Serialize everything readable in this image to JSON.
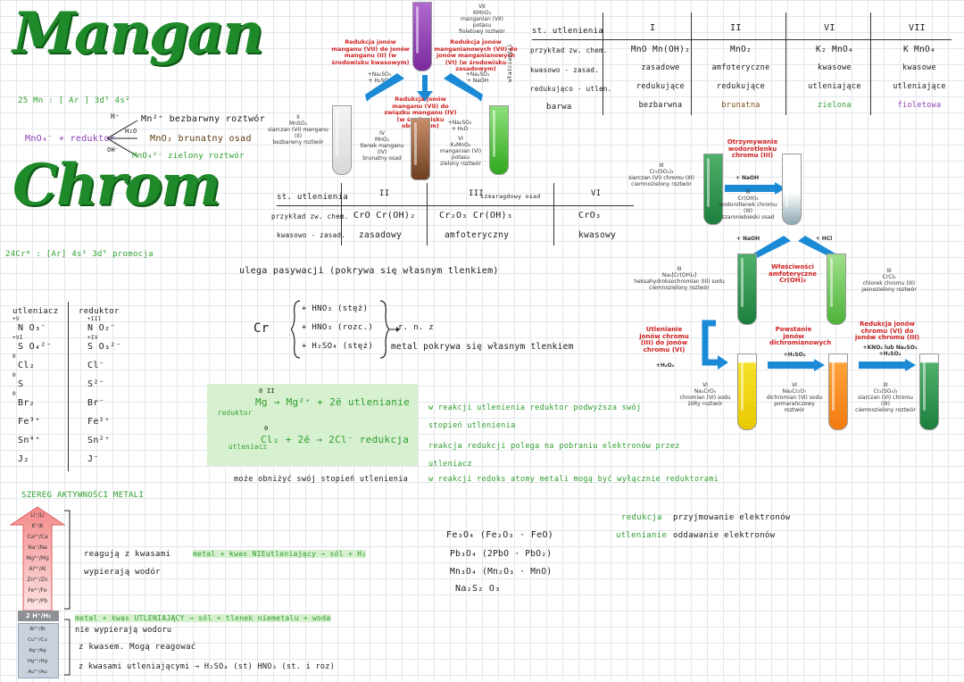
{
  "mangan": {
    "title": "Mangan",
    "config": "25 Mn : [ Ar ] 3d⁵ 4s²",
    "mno4_line": "MnO₄⁻ + reduktor",
    "h_label": "H⁺",
    "h2o_label": "H₂O",
    "oh_label": "OH⁻",
    "r1": "Mn²⁺  bezbarwny roztwór",
    "r2": "MnO₂  brunatny osad",
    "r3": "MnO₄²⁻  zielony roztwór",
    "tube_top": "VII\nKMnO₄\nmanganian (VII) potasu\nfioletowy roztwór",
    "red_left": "Redukcja jonów manganu (VII) do jonów manganu (II) (w środowisku kwasowym)",
    "red_left_reag": "+Na₂SO₃\n+ H₂SO₄",
    "red_right": "Redukcja jonów manganianowych (VII) do jonów manganianowych (VI) (w środowisku zasadowym)",
    "red_right_reag": "+Na₂SO₃\n+ NaOH",
    "red_mid": "Redukcja jonów manganu (VII) do związku manganu (IV) (w środowisku obojętnym)",
    "red_mid_reag": "+Na₂SO₃\n+ H₂O",
    "tube_l": "II\nMnSO₄\nsiarczan (VI) manganu (II)\nbezbarwny roztwór",
    "tube_m": "IV\nMnO₂\ntlenek manganu (IV)\nbrunatny osad",
    "tube_r": "VI\nK₂MnO₄\nmanganian (VI) potasu\nzielony roztwór",
    "table": {
      "row_labels": [
        "st. utlenienia",
        "przykład zw. chem.",
        "kwasowo - zasad.",
        "redukująco - utlen.",
        "barwa"
      ],
      "side": "właściwości",
      "cols": [
        {
          "h": "I",
          "cells": [
            "MnO   Mn(OH)₂",
            "zasadowe",
            "redukujące",
            "bezbarwna"
          ],
          "c": "#1a1a1a"
        },
        {
          "h": "II",
          "cells": [
            "MnO₂",
            "amfoteryczne",
            "redukujące",
            "brunatna"
          ],
          "c": "#7a4a12"
        },
        {
          "h": "VI",
          "cells": [
            "K₂ MnO₄",
            "kwasowe",
            "utleniające",
            "zielona"
          ],
          "c": "#2e9e2e"
        },
        {
          "h": "VII",
          "cells": [
            "K MnO₄",
            "kwasowe",
            "utleniające",
            "fioletowa"
          ],
          "c": "#8e3fb5"
        }
      ]
    }
  },
  "chrom": {
    "title": "Chrom",
    "config": "24Cr* : [Ar] 4s¹ 3d⁵  promocja",
    "table": {
      "row_labels": [
        "st. utlenienia",
        "przykład zw. chem.",
        "kwasowo - zasad."
      ],
      "heads": [
        "II",
        "III",
        "VI"
      ],
      "ex": [
        "CrO   Cr(OH)₂",
        "Cr₂O₃  Cr(OH)₃",
        "CrO₃"
      ],
      "kz": [
        "zasadowy",
        "amfoteryczny",
        "kwasowy"
      ],
      "note": "szmaragdowy osad"
    },
    "pasywacja": "ulega pasywacji (pokrywa się własnym tlenkiem)",
    "cr": "Cr",
    "acids": [
      "+ HNO₃ (stęż)",
      "+ HNO₃ (rozc.)",
      "+ H₂SO₄ (stęż)"
    ],
    "rnz": "r. n. z",
    "metal_note": "metal pokrywa się własnym tlenkiem",
    "scheme": {
      "top_tube": "III\nCr₂(SO₄)₃\nsiarczan (VI) chromu (III)\nciemnozielony roztwór",
      "naoh": "+ NaOH",
      "otrzym": "Otrzymywanie wodorotlenku chromu (III)",
      "cr_oh3": "III\nCr(OH)₃\nwodorotlenek chromu (III)\nszaroniebieski osad",
      "naoh2": "+ NaOH",
      "hcl": "+ HCl",
      "wlasc": "Właściwości amfoteryczne Cr(OH)₃",
      "left_mid": "III\nNa₃[Cr(OH)₆]\nheksahydroksochromian (III) sodu\nciemnozielony roztwór",
      "right_mid": "III\nCrCl₃\nchlorek chromu (III)\njasnozielony roztwór",
      "utl": "Utlenianie jonów chromu (III) do jonów chromu (VI)",
      "h2o2": "+H₂O₂",
      "powst": "Powstanie jonów dichromianowych",
      "h2so4": "+H₂SO₄",
      "redcr": "Redukcja jonów chromu (VI) do jonów chromu (III)",
      "redcr_reag": "+KNO₂ lub Na₂SO₃\n+H₂SO₄",
      "b1": "VI\nNa₂CrO₄\nchromian (VI) sodu\nżółty roztwór",
      "b2": "VI\nNa₂Cr₂O₇\ndichromian (VI) sodu\npomarańczowy roztwór",
      "b3": "III\nCr₂(SO₄)₃\nsiarczan (VI) chromu (III)\nciemnozielony roztwór"
    }
  },
  "redox": {
    "utl_head": "utleniacz",
    "red_head": "reduktor",
    "utl": [
      "N O₃⁻",
      "S O₄²⁻",
      "Cl₂",
      "S",
      "Br₂",
      "Fe³⁺",
      "Sn⁴⁺",
      "J₂"
    ],
    "utl_ox": [
      "+V",
      "+VI",
      "0",
      "0",
      "0",
      "",
      "",
      ""
    ],
    "red": [
      "N O₂⁻",
      "S O₃²⁻",
      "Cl⁻",
      "S²⁻",
      "Br⁻",
      "Fe²⁺",
      "Sn²⁺",
      "J⁻"
    ],
    "red_ox": [
      "+III",
      "+IV",
      "",
      "",
      "",
      "",
      "",
      ""
    ],
    "reduktor_lbl": "reduktor",
    "utleniacz_lbl": "utleniacz",
    "eq1": "Mg → Mg²⁺ + 2ē  utlenianie",
    "eq1_ox": "0            II",
    "eq2": "Cl₂ + 2ē → 2Cl⁻  redukcja",
    "eq2_ox": "0",
    "n1": "w reakcji utlenienia reduktor podwyższa swój stopień utlenienia",
    "n2": "reakcja redukcji polega na pobraniu elektronów przez utleniacz",
    "n3": "w reakcji redoks atomy metali mogą być wyłącznie reduktorami",
    "n3_hl": "wyłącznie",
    "moze": "może obniżyć swój stopień utlenienia",
    "redukcja": "redukcja",
    "przyjm": "przyjmowanie elektronów",
    "utlenianie": "utlenianie",
    "oddaw": "oddawanie elektronów",
    "fe": "Fe₃O₄  (Fe₂O₃ · FeO)",
    "pb": "Pb₃O₄  (2PbO · PbO₂)",
    "mn": "Mn₃O₄  (Mn₂O₃ · MnO)",
    "na": "Na₂S₂   O₃"
  },
  "szereg": {
    "title": "SZEREG AKTYWNOŚCI METALI",
    "top": [
      "Li⁺/Li",
      "K⁺/K",
      "Ca²⁺/Ca",
      "Na⁺/Na",
      "Mg²⁺/Mg",
      "Al³⁺/Al",
      "Zn²⁺/Zn",
      "Fe²⁺/Fe",
      "Pb²⁺/Pb"
    ],
    "mid": "2 H⁺/H₂",
    "bottom": [
      "Bi³⁺/Bi",
      "Cu²⁺/Cu",
      "Ag⁺/Ag",
      "Hg²⁺/Hg",
      "Au³⁺/Au"
    ],
    "l1": "reagują z kwasami",
    "l1b": "metal + kwas NIEutleniający → sól + H₂",
    "l2": "wypierają wodór",
    "l3": "metal + kwas UTLENIAJĄCY → sól + tlenek niemetalu + woda",
    "l4": "nie wypierają wodoru",
    "l5": "z kwasem. Mogą reagować",
    "l6": "z kwasami utleniającymi → H₂SO₄ (st) HNO₃ (st. i roz)"
  }
}
